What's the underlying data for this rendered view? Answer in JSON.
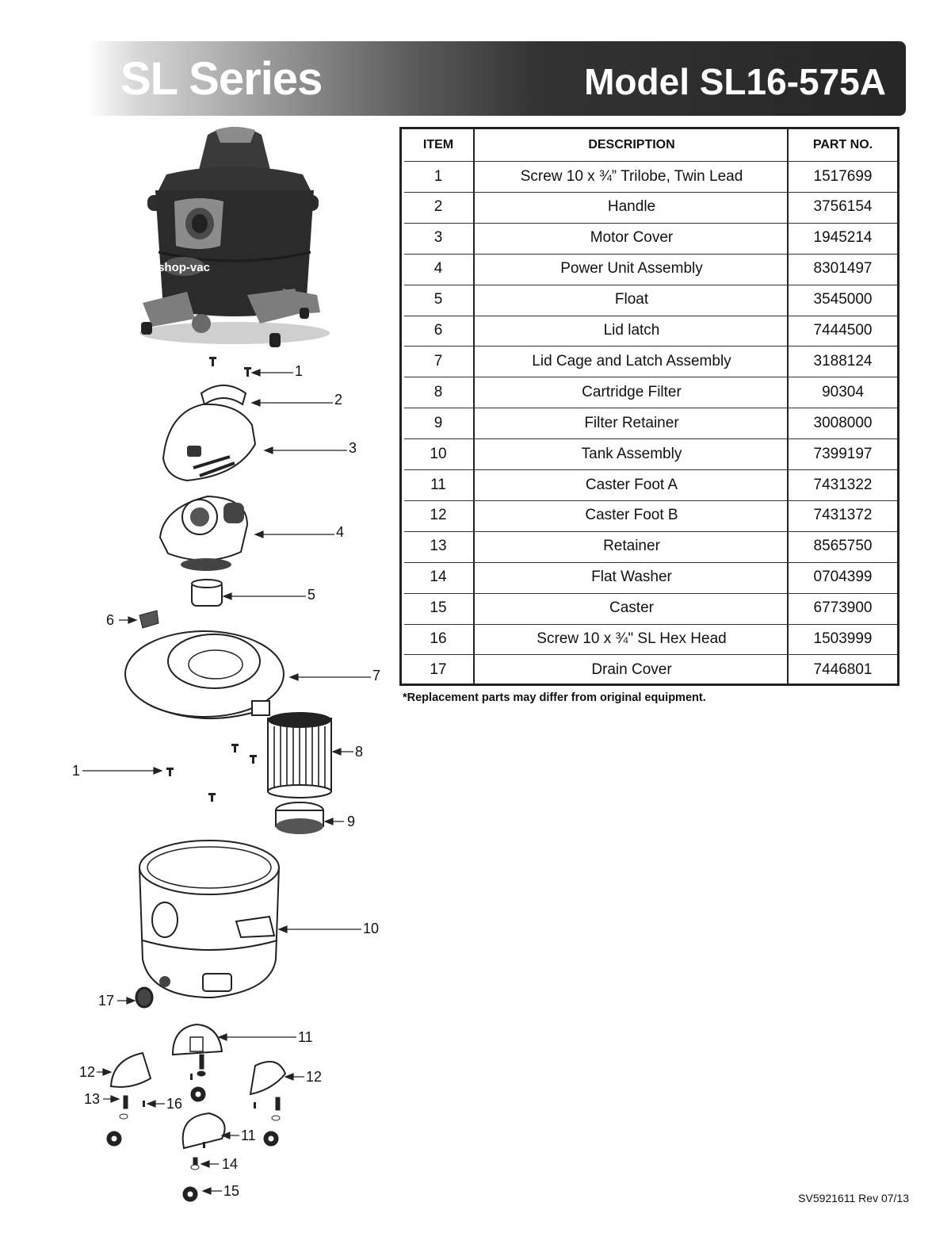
{
  "header": {
    "series": "SL Series",
    "model": "Model SL16-575A"
  },
  "table": {
    "headers": [
      "ITEM",
      "DESCRIPTION",
      "PART NO."
    ],
    "rows": [
      {
        "item": "1",
        "desc": "Screw 10 x ¾” Trilobe, Twin Lead",
        "part": "1517699"
      },
      {
        "item": "2",
        "desc": "Handle",
        "part": "3756154"
      },
      {
        "item": "3",
        "desc": "Motor Cover",
        "part": "1945214"
      },
      {
        "item": "4",
        "desc": "Power Unit Assembly",
        "part": "8301497"
      },
      {
        "item": "5",
        "desc": "Float",
        "part": "3545000"
      },
      {
        "item": "6",
        "desc": "Lid latch",
        "part": "7444500"
      },
      {
        "item": "7",
        "desc": "Lid Cage and Latch Assembly",
        "part": "3188124"
      },
      {
        "item": "8",
        "desc": "Cartridge Filter",
        "part": "90304"
      },
      {
        "item": "9",
        "desc": "Filter Retainer",
        "part": "3008000"
      },
      {
        "item": "10",
        "desc": "Tank Assembly",
        "part": "7399197"
      },
      {
        "item": "11",
        "desc": "Caster Foot A",
        "part": "7431322"
      },
      {
        "item": "12",
        "desc": "Caster Foot B",
        "part": "7431372"
      },
      {
        "item": "13",
        "desc": "Retainer",
        "part": "8565750"
      },
      {
        "item": "14",
        "desc": "Flat Washer",
        "part": "0704399"
      },
      {
        "item": "15",
        "desc": "Caster",
        "part": "6773900"
      },
      {
        "item": "16",
        "desc": "Screw 10 x ¾\" SL Hex Head",
        "part": "1503999"
      },
      {
        "item": "17",
        "desc": "Drain Cover",
        "part": "7446801"
      }
    ]
  },
  "note": "*Replacement parts may differ from original equipment.",
  "footer": "SV5921611 Rev 07/13",
  "product_photo": {
    "logo_text": "shop-vac"
  },
  "callouts": [
    "1",
    "2",
    "3",
    "4",
    "5",
    "6",
    "7",
    "8",
    "1",
    "9",
    "10",
    "17",
    "11",
    "12",
    "12",
    "13",
    "16",
    "11",
    "14",
    "15"
  ],
  "colors": {
    "banner_dark": "#262626",
    "vac_body": "#2b2b2b",
    "vac_trim": "#8c8c8c"
  }
}
